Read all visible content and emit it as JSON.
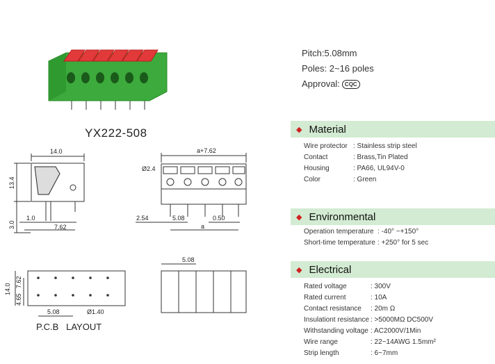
{
  "model": "YX222-508",
  "specs": {
    "pitch": "Pitch:5.08mm",
    "poles": "Poles: 2~16 poles",
    "approval": "Approval:",
    "approval_logo": "CQC"
  },
  "material": {
    "title": "Material",
    "rows": [
      {
        "label": "Wire  protector",
        "value": ": Stainless strip steel"
      },
      {
        "label": "Contact",
        "value": ": Brass,Tin Plated"
      },
      {
        "label": "Housing",
        "value": ":  PA66,  UL94V-0"
      },
      {
        "label": "Color",
        "value": ": Green"
      }
    ]
  },
  "environmental": {
    "title": "Environmental",
    "rows": [
      {
        "label": "Operation  temperature",
        "value": ":  -40°  ~+150°"
      },
      {
        "label": "Short-time  temperature",
        "value": ": +250°  for 5 sec"
      }
    ]
  },
  "electrical": {
    "title": "Electrical",
    "rows": [
      {
        "label": "Rated  voltage",
        "value": ":  300V"
      },
      {
        "label": "Rated  current",
        "value": ":  10A"
      },
      {
        "label": "Contact   resistance",
        "value": ":  20m Ω"
      },
      {
        "label": "Insulationt  resistance",
        "value": ": >5000MΩ  DC500V"
      },
      {
        "label": "Withstanding  voltage",
        "value": ": AC2000V/1Min"
      },
      {
        "label": "Wire  range",
        "value": ": 22~14AWG 1.5mm²"
      },
      {
        "label": "Strip  length",
        "value": ":  6~7mm"
      }
    ]
  },
  "drawing": {
    "side": {
      "width": "14.0",
      "height": "13.4",
      "bottom": "3.0",
      "pin": "1.0",
      "pin_offset": "7.62"
    },
    "front": {
      "overall": "a+7.62",
      "hole": "Ø2.4",
      "edge": "2.54",
      "pitch": "5.08",
      "pin": "0.50",
      "a": "a"
    },
    "pcb": {
      "height": "14.0",
      "row1": "7.62",
      "row2": "4.65",
      "pitch": "5.08",
      "hole": "Ø1.40",
      "label": "P.C.B   LAYOUT"
    },
    "bottom": {
      "pitch": "5.08"
    }
  },
  "colors": {
    "housing": "#3caa3c",
    "housing_dark": "#2a8a2a",
    "lever": "#e23a3a",
    "lever_dark": "#b81f1f",
    "band": "#d2ebd2",
    "bullet": "#d02020"
  }
}
